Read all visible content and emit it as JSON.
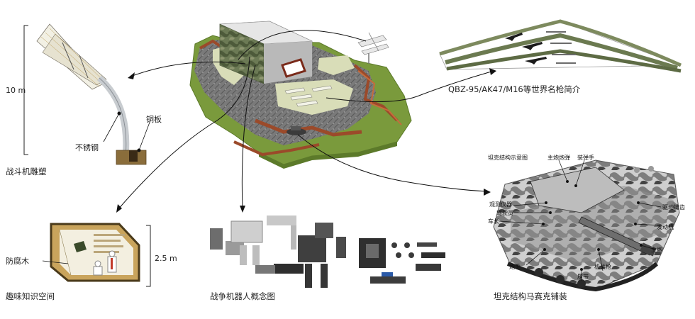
{
  "labels": {
    "fighter_caption": "战斗机雕塑",
    "fighter_height": "10 m",
    "stainless": "不锈钢",
    "copper": "铜板",
    "knowledge_caption": "趣味知识空间",
    "knowledge_height": "2.5 m",
    "preservative_wood": "防腐木",
    "robot_caption": "战争机器人概念图",
    "tank_caption": "坦克结构马赛克铺装",
    "guns_caption": "QBZ-95/AK47/M16等世界名枪简介"
  },
  "tank_labels": {
    "diagram_title": "坦克结构示意图",
    "main_gun_ammo": "主炮炮弹",
    "loader": "装弹手",
    "observation": "观测仪器",
    "driver": "驾驶员",
    "commander": "车长",
    "drive_sprocket": "驱动链齿",
    "engine": "发动机",
    "main_gun": "主炮",
    "gunner": "炮手",
    "machine_gun": "机关枪",
    "track": "履带"
  },
  "colors": {
    "grass": "#7a9a3c",
    "rock": "#6f6f6f",
    "path": "#d9ddb8",
    "wall": "#b9b9b9",
    "rust": "#9b4a2a",
    "camo": "#6c7a55",
    "wood": "#8a6d3b"
  }
}
